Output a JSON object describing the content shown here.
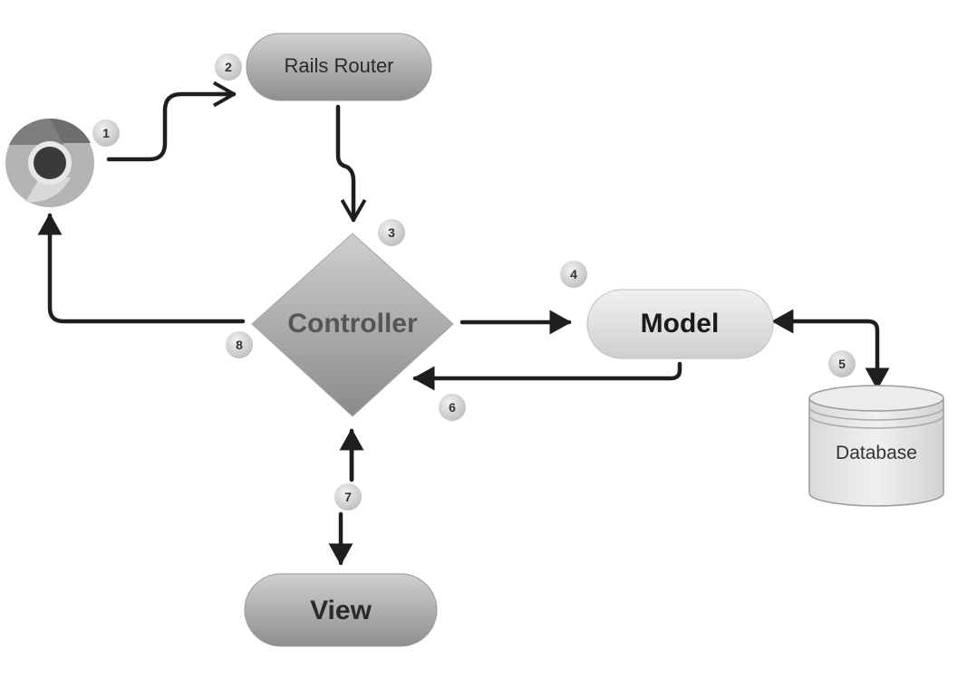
{
  "nodes": {
    "rails_router": "Rails Router",
    "controller": "Controller",
    "model": "Model",
    "database": "Database",
    "view": "View"
  },
  "steps": [
    "1",
    "2",
    "3",
    "4",
    "5",
    "6",
    "7",
    "8"
  ],
  "icons": {
    "browser": "chrome-browser-icon"
  }
}
